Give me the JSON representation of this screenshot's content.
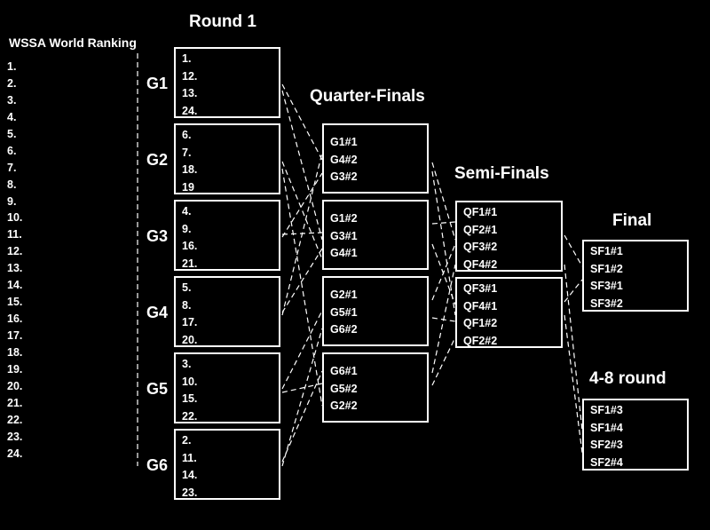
{
  "ranking": {
    "title": "WSSA World Ranking",
    "items": [
      "1.",
      "2.",
      "3.",
      "4.",
      "5.",
      "6.",
      "7.",
      "8.",
      "9.",
      "10.",
      "11.",
      "12.",
      "13.",
      "14.",
      "15.",
      "16.",
      "17.",
      "18.",
      "19.",
      "20.",
      "21.",
      "22.",
      "23.",
      "24."
    ]
  },
  "round1": {
    "title": "Round 1",
    "groups": [
      {
        "label": "G1",
        "seeds": [
          "1.",
          "12.",
          "13.",
          "24."
        ]
      },
      {
        "label": "G2",
        "seeds": [
          "6.",
          "7.",
          "18.",
          "19"
        ]
      },
      {
        "label": "G3",
        "seeds": [
          "4.",
          "9.",
          "16.",
          "21."
        ]
      },
      {
        "label": "G4",
        "seeds": [
          "5.",
          "8.",
          "17.",
          "20."
        ]
      },
      {
        "label": "G5",
        "seeds": [
          "3.",
          "10.",
          "15.",
          "22."
        ]
      },
      {
        "label": "G6",
        "seeds": [
          "2.",
          "11.",
          "14.",
          "23."
        ]
      }
    ]
  },
  "quarter_finals": {
    "title": "Quarter-Finals",
    "matches": [
      [
        "G1#1",
        "G4#2",
        "G3#2"
      ],
      [
        "G1#2",
        "G3#1",
        "G4#1"
      ],
      [
        "G2#1",
        "G5#1",
        "G6#2"
      ],
      [
        "G6#1",
        "G5#2",
        "G2#2"
      ]
    ]
  },
  "semi_finals": {
    "title": "Semi-Finals",
    "matches": [
      [
        "QF1#1",
        "QF2#1",
        "QF3#2",
        "QF4#2"
      ],
      [
        "QF3#1",
        "QF4#1",
        "QF1#2",
        "QF2#2"
      ]
    ]
  },
  "final": {
    "title": "Final",
    "entries": [
      "SF1#1",
      "SF1#2",
      "SF3#1",
      "SF3#2"
    ]
  },
  "round_4_8": {
    "title": "4-8 round",
    "entries": [
      "SF1#3",
      "SF1#4",
      "SF2#3",
      "SF2#4"
    ]
  }
}
